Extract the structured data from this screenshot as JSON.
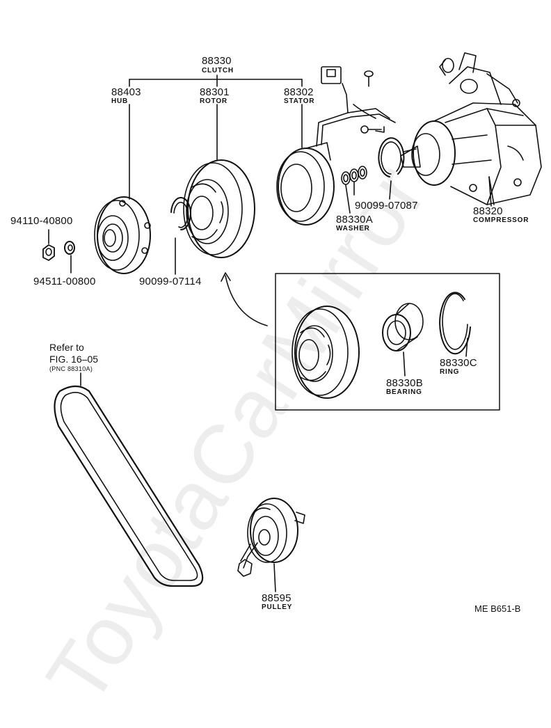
{
  "watermark": "ToyotaCarMirror",
  "clutch": {
    "part_no": "88330",
    "name": "CLUTCH"
  },
  "hub": {
    "part_no": "88403",
    "name": "HUB"
  },
  "rotor": {
    "part_no": "88301",
    "name": "ROTOR"
  },
  "stator": {
    "part_no": "88302",
    "name": "STATOR"
  },
  "compressor": {
    "part_no": "88320",
    "name": "COMPRESSOR"
  },
  "washer": {
    "part_no": "88330A",
    "name": "WASHER"
  },
  "snap_ring_stator": {
    "part_no": "90099-07087"
  },
  "snap_ring_hub": {
    "part_no": "90099-07114"
  },
  "nut": {
    "part_no": "94110-40800"
  },
  "lock_washer": {
    "part_no": "94511-00800"
  },
  "bearing": {
    "part_no": "88330B",
    "name": "BEARING"
  },
  "ring": {
    "part_no": "88330C",
    "name": "RING"
  },
  "belt_ref": {
    "line1": "Refer to",
    "line2": "FIG. 16–05",
    "line3": "(PNC 88310A)"
  },
  "pulley": {
    "part_no": "88595",
    "name": "PULLEY"
  },
  "figure_code": "ME B651-B"
}
